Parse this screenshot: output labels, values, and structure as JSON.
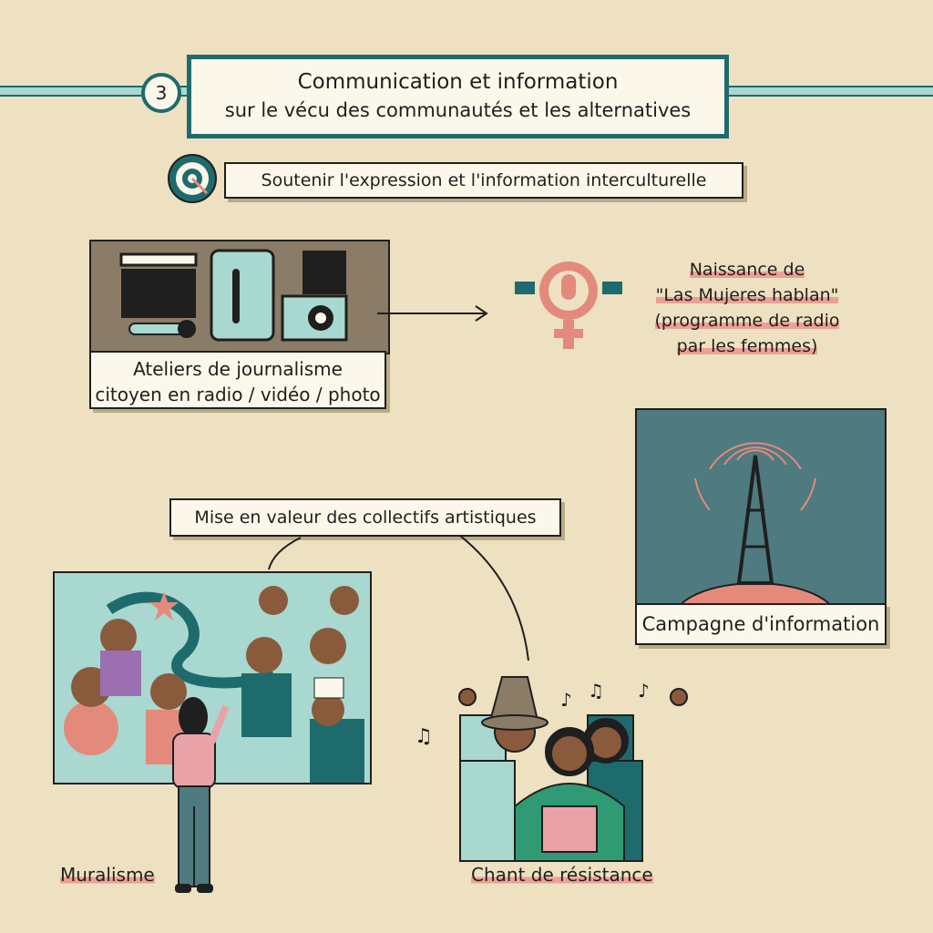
{
  "section": {
    "number": "3",
    "title_line1": "Communication et information",
    "title_line2": "sur le vécu des communautés et les alternatives"
  },
  "objective": {
    "icon": "target-icon",
    "label": "Soutenir l'expression et l'information interculturelle"
  },
  "workshops": {
    "line1": "Ateliers de journalisme",
    "line2": "citoyen en radio / vidéo / photo"
  },
  "radio_program": {
    "line1": "Naissance de",
    "line2": "\"Las Mujeres hablan\"",
    "line3": "(programme de radio",
    "line4": "par les femmes)"
  },
  "campaign": {
    "label": "Campagne d'information"
  },
  "artists": {
    "label": "Mise en valeur des collectifs artistiques"
  },
  "muralism": {
    "label": "Muralisme"
  },
  "singing": {
    "label": "Chant de résistance"
  },
  "colors": {
    "background": "#ede1c1",
    "teal": "#1e6b6e",
    "light_teal": "#a8d8cf",
    "salmon": "#e38a7d"
  }
}
